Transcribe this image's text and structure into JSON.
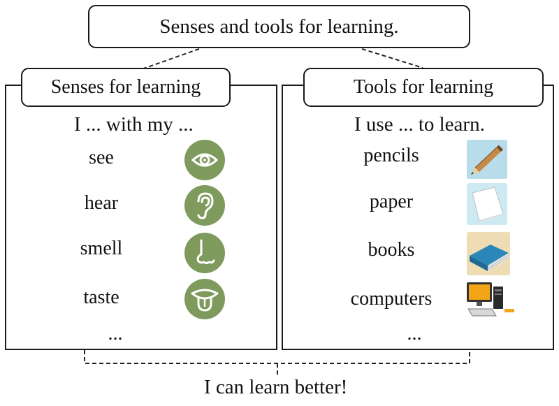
{
  "title": "Senses and tools for learning.",
  "senses": {
    "heading": "Senses for learning",
    "subtitle": "I ... with my ...",
    "items": [
      {
        "label": "see",
        "icon": "eye-icon"
      },
      {
        "label": "hear",
        "icon": "ear-icon"
      },
      {
        "label": "smell",
        "icon": "nose-icon"
      },
      {
        "label": "taste",
        "icon": "tongue-icon"
      }
    ],
    "more": "..."
  },
  "tools": {
    "heading": "Tools for learning",
    "subtitle": "I use ... to learn.",
    "items": [
      {
        "label": "pencils",
        "icon": "pencil-icon"
      },
      {
        "label": "paper",
        "icon": "paper-icon"
      },
      {
        "label": "books",
        "icon": "book-icon"
      },
      {
        "label": "computers",
        "icon": "computer-icon"
      }
    ],
    "more": "..."
  },
  "conclusion": "I can learn better!",
  "colors": {
    "icon_green": "#7e9a5d",
    "pencil_bg": "#b9dcea",
    "paper_bg": "#cdeaf2",
    "book_bg": "#eedcb5"
  }
}
